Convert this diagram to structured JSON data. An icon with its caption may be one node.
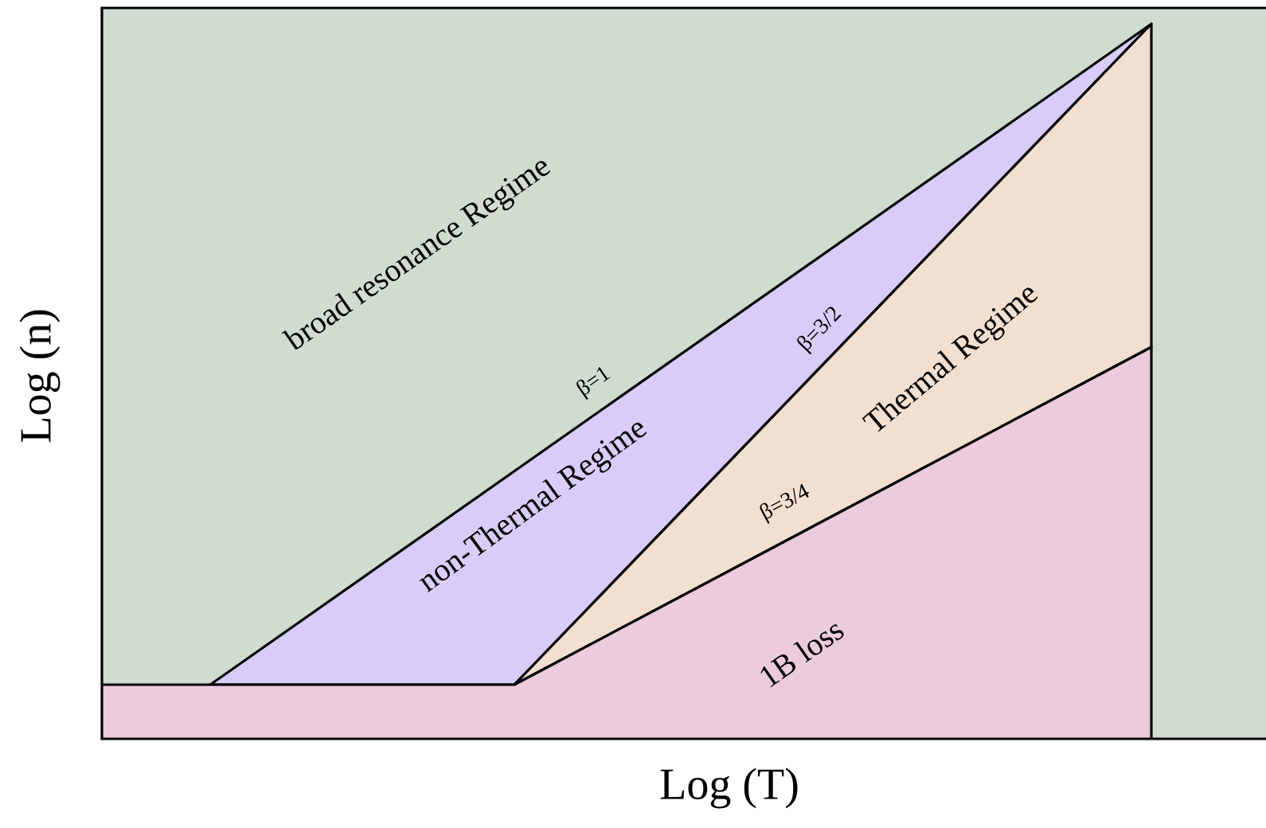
{
  "diagram": {
    "nodes": [
      {
        "text": [
          "broad resonance Regime"
        ]
      },
      {
        "text": [
          "non-Thermal Regime"
        ],
        "in": 0
      },
      {
        "text": [
          "Thermal Regime"
        ],
        "in": 0
      },
      {
        "text": [
          "1B loss"
        ],
        "in": 0
      }
    ],
    "labels": [
      "Log (n)",
      "β=1",
      "β=3/2",
      "β=3/4",
      "Log (T)"
    ]
  }
}
